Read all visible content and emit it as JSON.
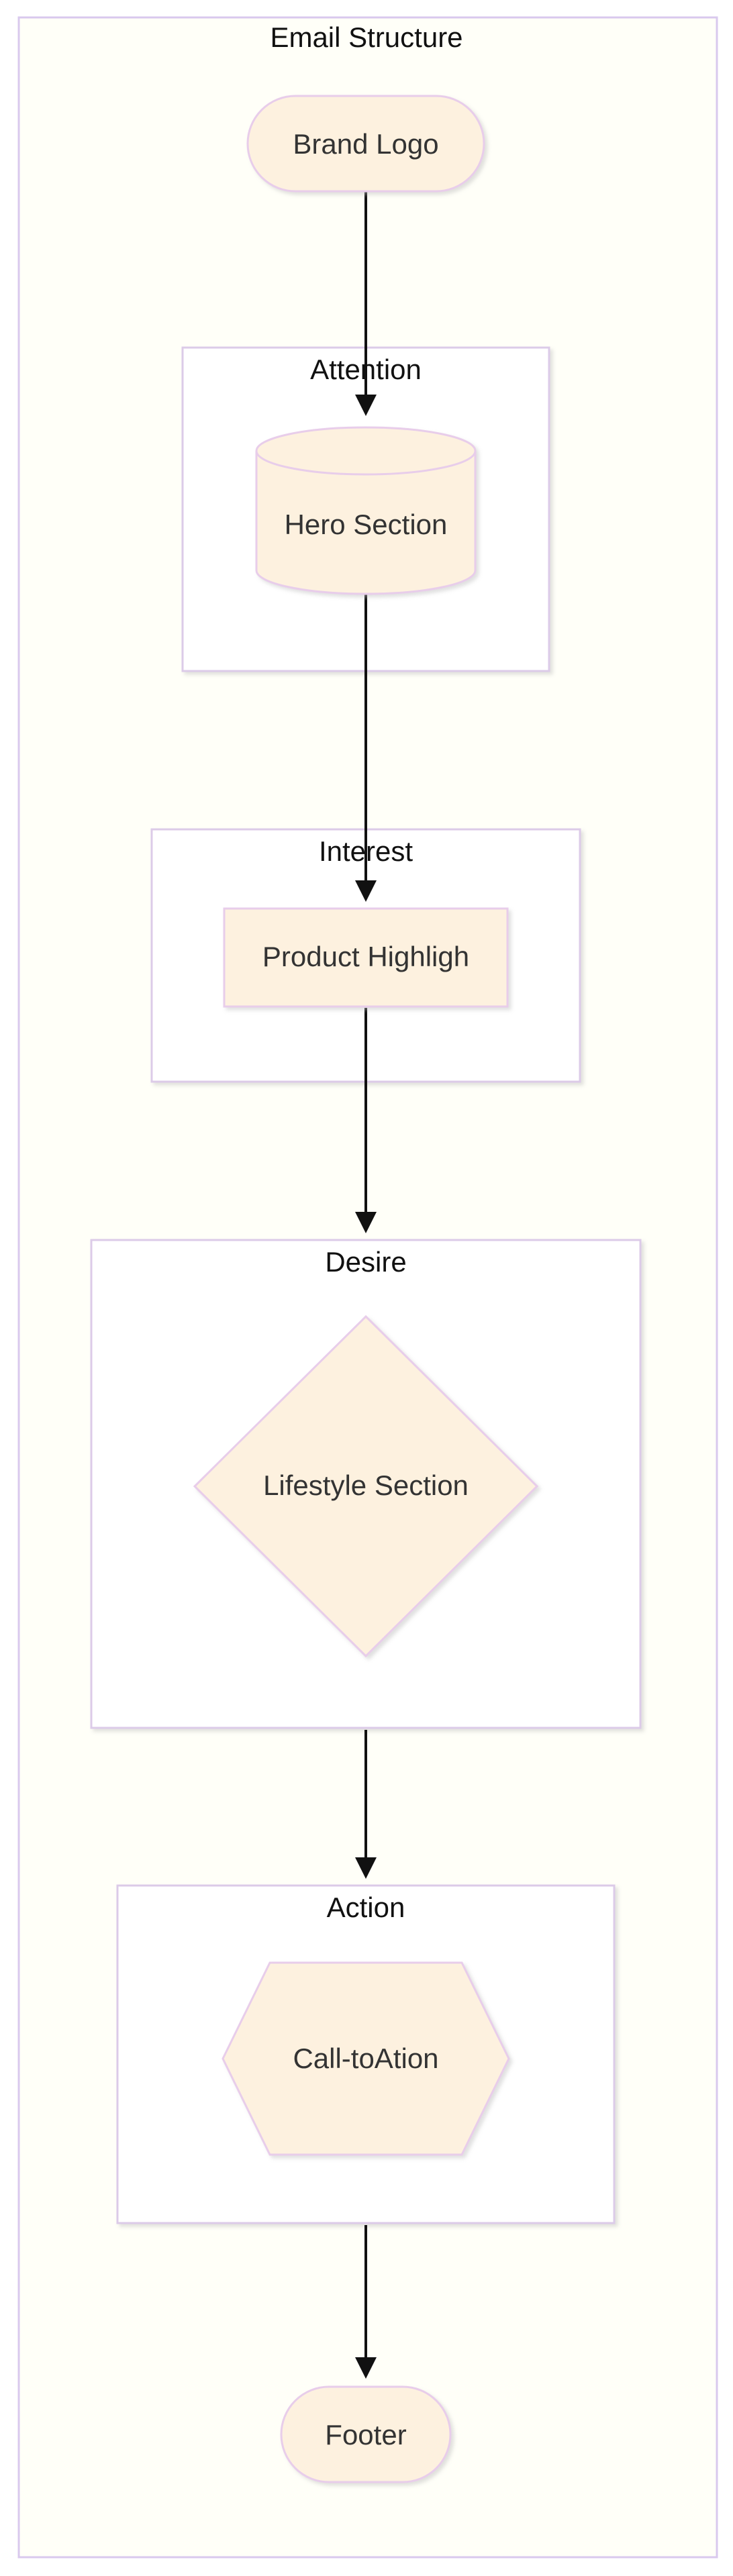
{
  "diagram": {
    "title": "Email Structure",
    "groups": {
      "attention": "Attention",
      "interest": "Interest",
      "desire": "Desire",
      "action": "Action"
    },
    "nodes": {
      "brand_logo": "Brand Logo",
      "hero_section": "Hero Section",
      "product_highlight": "Product Highligh",
      "lifestyle_section": "Lifestyle Section",
      "call_to_action": "Call-toAtion",
      "footer": "Footer"
    },
    "colors": {
      "canvas_fill": "#fffff8",
      "node_fill": "#fdf1df",
      "node_stroke": "#e8cdea",
      "border": "#d9c9ee",
      "edge": "#111111"
    }
  }
}
